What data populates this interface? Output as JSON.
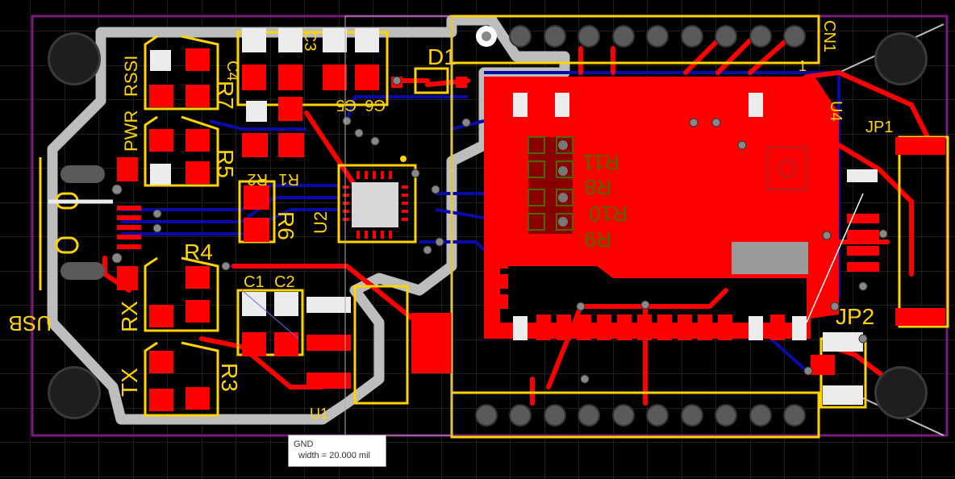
{
  "board": {
    "designators": {
      "c4": "C4",
      "c3": "C3",
      "c5": "C5",
      "c6": "C6",
      "d1": "D1",
      "cn1": "CN1",
      "rssi": "RSSI",
      "pwr": "PWR",
      "r7": "R7",
      "r5": "R5",
      "r2": "R2",
      "r1": "R1",
      "r6": "R6",
      "u2": "U2",
      "r4": "R4",
      "c1": "C1",
      "c2": "C2",
      "usb": "USB",
      "rx": "RX",
      "tx": "TX",
      "r3": "R3",
      "u1": "U1",
      "u4": "U4",
      "jp1": "JP1",
      "jp2": "JP2",
      "r11": "R11",
      "r8": "R8",
      "r10": "R10",
      "r9": "R9",
      "pin1": "1"
    },
    "colors": {
      "background": "#000000",
      "grid": "#3a3a3a",
      "outline": "#7a1a7a",
      "top_copper": "#ff0000",
      "bottom_copper": "#0a0aa8",
      "silkscreen": "#ffd400",
      "pad": "#c8c8c8",
      "highlight": "#e8e8e8"
    }
  },
  "tooltip": {
    "net": "GND",
    "width": "width = 20.000 mil"
  }
}
